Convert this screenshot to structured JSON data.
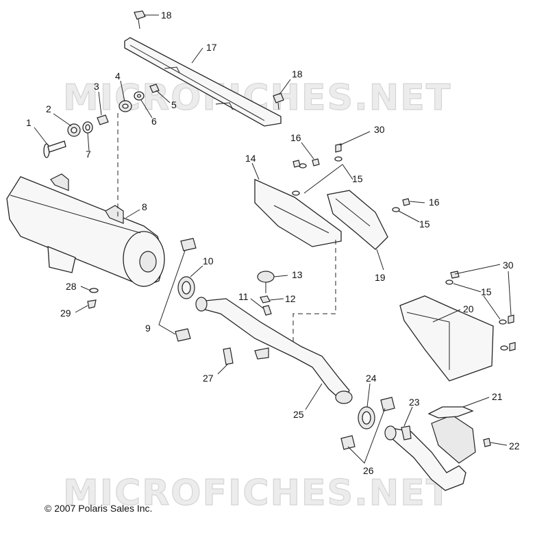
{
  "watermark": "MICROFICHES.NET",
  "copyright": "© 2007 Polaris Sales Inc.",
  "labels": {
    "p1": "1",
    "p2": "2",
    "p3": "3",
    "p4": "4",
    "p5": "5",
    "p6": "6",
    "p7": "7",
    "p8": "8",
    "p9": "9",
    "p10": "10",
    "p11": "11",
    "p12": "12",
    "p13": "13",
    "p14": "14",
    "p15a": "15",
    "p15b": "15",
    "p15c": "15",
    "p16a": "16",
    "p16b": "16",
    "p17": "17",
    "p18a": "18",
    "p18b": "18",
    "p19": "19",
    "p20": "20",
    "p21": "21",
    "p22": "22",
    "p23": "23",
    "p24": "24",
    "p25": "25",
    "p26": "26",
    "p27": "27",
    "p28": "28",
    "p29": "29",
    "p30a": "30",
    "p30b": "30"
  }
}
